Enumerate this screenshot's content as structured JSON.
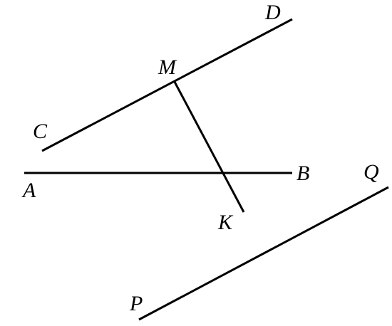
{
  "colors": {
    "line": "#000000",
    "label": "#000000",
    "background": "#ffffff"
  },
  "labels": {
    "A": "A",
    "B": "B",
    "C": "C",
    "D": "D",
    "M": "M",
    "K": "K",
    "P": "P",
    "Q": "Q"
  },
  "segments": [
    "CD",
    "AB",
    "MK",
    "PQ"
  ]
}
